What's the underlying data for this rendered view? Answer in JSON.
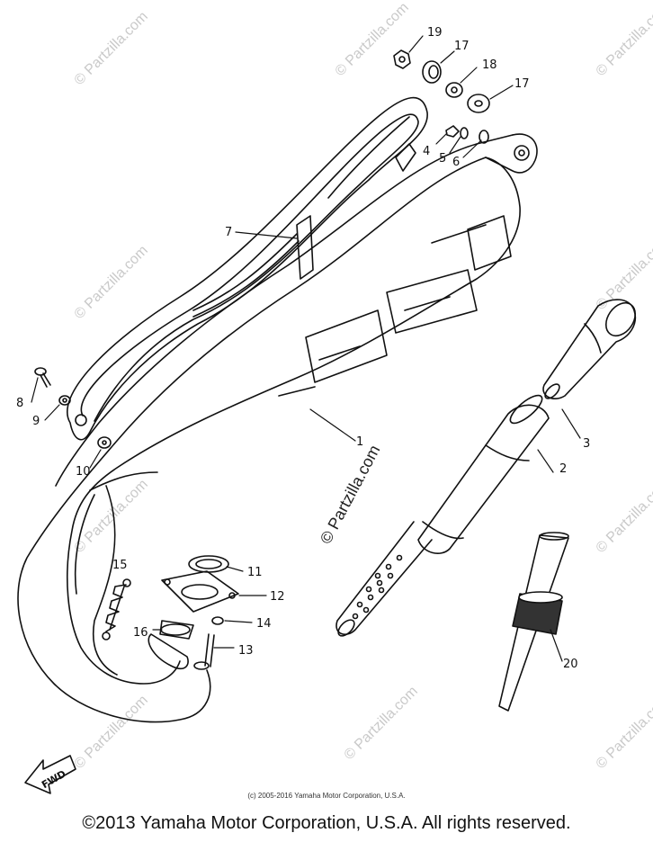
{
  "watermark": {
    "text": "© Partzilla.com",
    "center_text": "© Partzilla.com"
  },
  "callouts": [
    "1",
    "2",
    "3",
    "4",
    "5",
    "6",
    "7",
    "8",
    "9",
    "10",
    "11",
    "12",
    "13",
    "14",
    "15",
    "16",
    "17",
    "17",
    "18",
    "19",
    "20"
  ],
  "fwd_label": "FWD",
  "footer": {
    "small_copyright": "(c) 2005-2016 Yamaha Motor Corporation, U.S.A.",
    "copyright": "©2013 Yamaha Motor Corporation, U.S.A. All rights reserved."
  }
}
